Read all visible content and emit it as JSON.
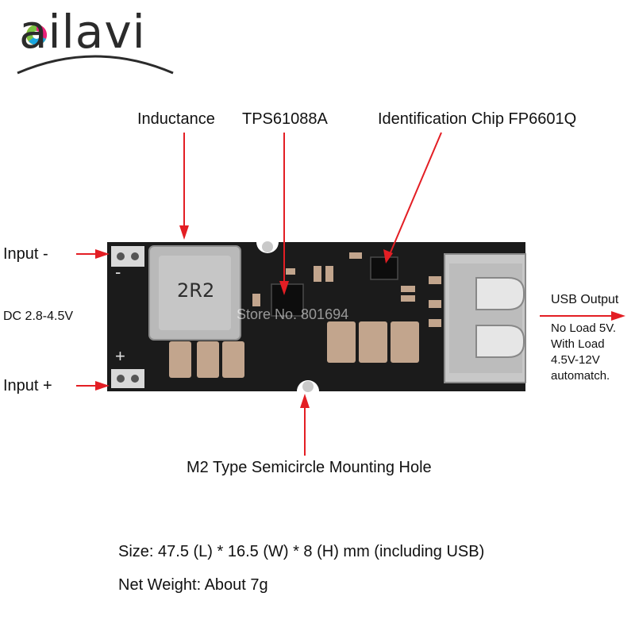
{
  "brand": {
    "name": "ailavi"
  },
  "labels": {
    "inductance": "Inductance",
    "chip": "TPS61088A",
    "identification": "Identification Chip FP6601Q",
    "input_minus": "Input -",
    "dc_range": "DC 2.8-4.5V",
    "input_plus": "Input +",
    "usb_output": "USB Output",
    "mounting_hole": "M2 Type Semicircle Mounting Hole"
  },
  "usb_notes": [
    "No Load 5V.",
    "With Load",
    "4.5V-12V",
    "automatch."
  ],
  "board": {
    "inductor_marking": "2R2",
    "silk_minus": "-",
    "silk_plus": "+",
    "watermark": "Store No. 801694"
  },
  "specs": {
    "size": "Size: 47.5 (L) * 16.5 (W) * 8 (H) mm (including USB)",
    "weight": "Net Weight: About 7g"
  },
  "colors": {
    "arrow": "#e31e24",
    "pcb": "#1b1b1b",
    "pad": "#d9d9d9",
    "inductor": "#b9b9b9"
  }
}
